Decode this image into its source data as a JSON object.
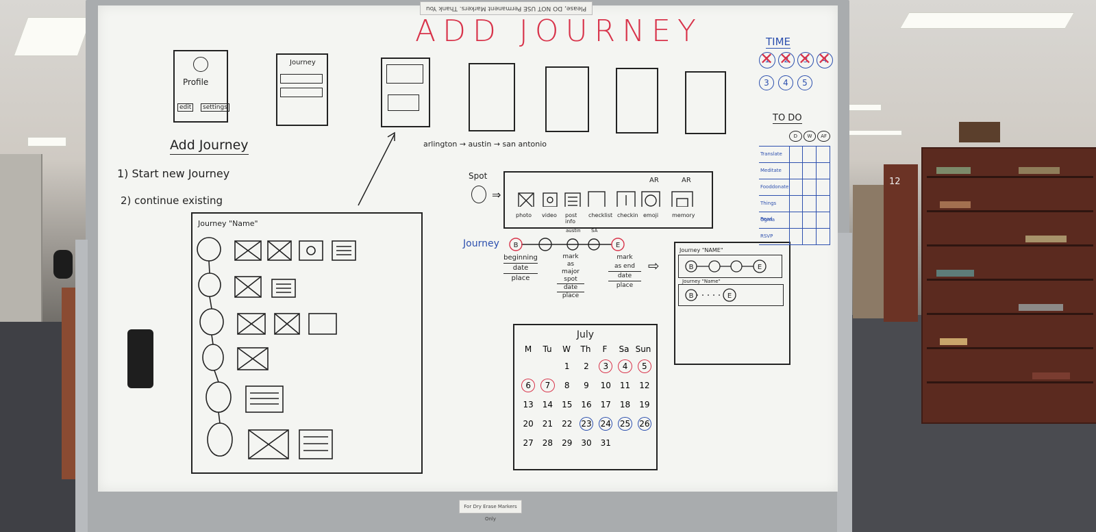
{
  "sign_top": "Please, DO NOT USE Permanent Markers. Thank You",
  "sign_bottom": "For Dry Erase Markers Only",
  "title": "ADD JOURNEY",
  "phone_sketches": {
    "profile_label": "Profile",
    "profile_buttons": [
      "edit",
      "settings"
    ],
    "journey_label": "Journey"
  },
  "add_journey": {
    "heading": "Add Journey",
    "options": [
      "1) Start new Journey",
      "2) continue existing"
    ]
  },
  "route": "arlington → austin → san antonio",
  "journey_list": {
    "title": "Journey \"Name\""
  },
  "spot": {
    "label": "Spot",
    "items": [
      "photo",
      "video",
      "post info",
      "checklist",
      "checkin",
      "emoji",
      "memory"
    ],
    "ar_labels": [
      "AR",
      "AR"
    ]
  },
  "journey_flow": {
    "label": "Journey",
    "nodes": [
      "B",
      "",
      "",
      "",
      "E"
    ],
    "top_labels": [
      "austin",
      "SA"
    ],
    "begin_notes": [
      "beginning",
      "date",
      "place"
    ],
    "major_notes": [
      "mark",
      "as",
      "major",
      "spot",
      "date",
      "place"
    ],
    "end_notes": [
      "mark",
      "as end",
      "date",
      "place"
    ]
  },
  "journey_cards": {
    "card1_title": "Journey \"NAME\"",
    "card2_title": "Journey \"Name\"",
    "nodes": [
      "B",
      "E"
    ]
  },
  "calendar": {
    "month": "July",
    "weekdays": [
      "M",
      "Tu",
      "W",
      "Th",
      "F",
      "Sa",
      "Sun"
    ],
    "weeks": [
      [
        "",
        "",
        "1",
        "2",
        "3",
        "4",
        "5"
      ],
      [
        "6",
        "7",
        "8",
        "9",
        "10",
        "11",
        "12"
      ],
      [
        "13",
        "14",
        "15",
        "16",
        "17",
        "18",
        "19"
      ],
      [
        "20",
        "21",
        "22",
        "23",
        "24",
        "25",
        "26"
      ],
      [
        "27",
        "28",
        "29",
        "30",
        "31",
        "",
        ""
      ]
    ]
  },
  "time": {
    "label": "TIME",
    "crossed": [
      "1",
      "2",
      "3",
      "4"
    ],
    "open": [
      "3",
      "4",
      "5"
    ]
  },
  "todo": {
    "label": "TO DO",
    "columns": [
      "D",
      "W",
      "AF"
    ],
    "rows": [
      "Translate",
      "Meditate",
      "Fooddonate",
      "Things Read",
      "Ogma",
      "RSVP"
    ]
  },
  "shelf_number": "12",
  "colors": {
    "red_marker": "#d8334a",
    "blue_marker": "#2c4fae",
    "black_marker": "#222222",
    "board": "#f4f5f2",
    "shelf_wood": "#5b2a1f"
  }
}
